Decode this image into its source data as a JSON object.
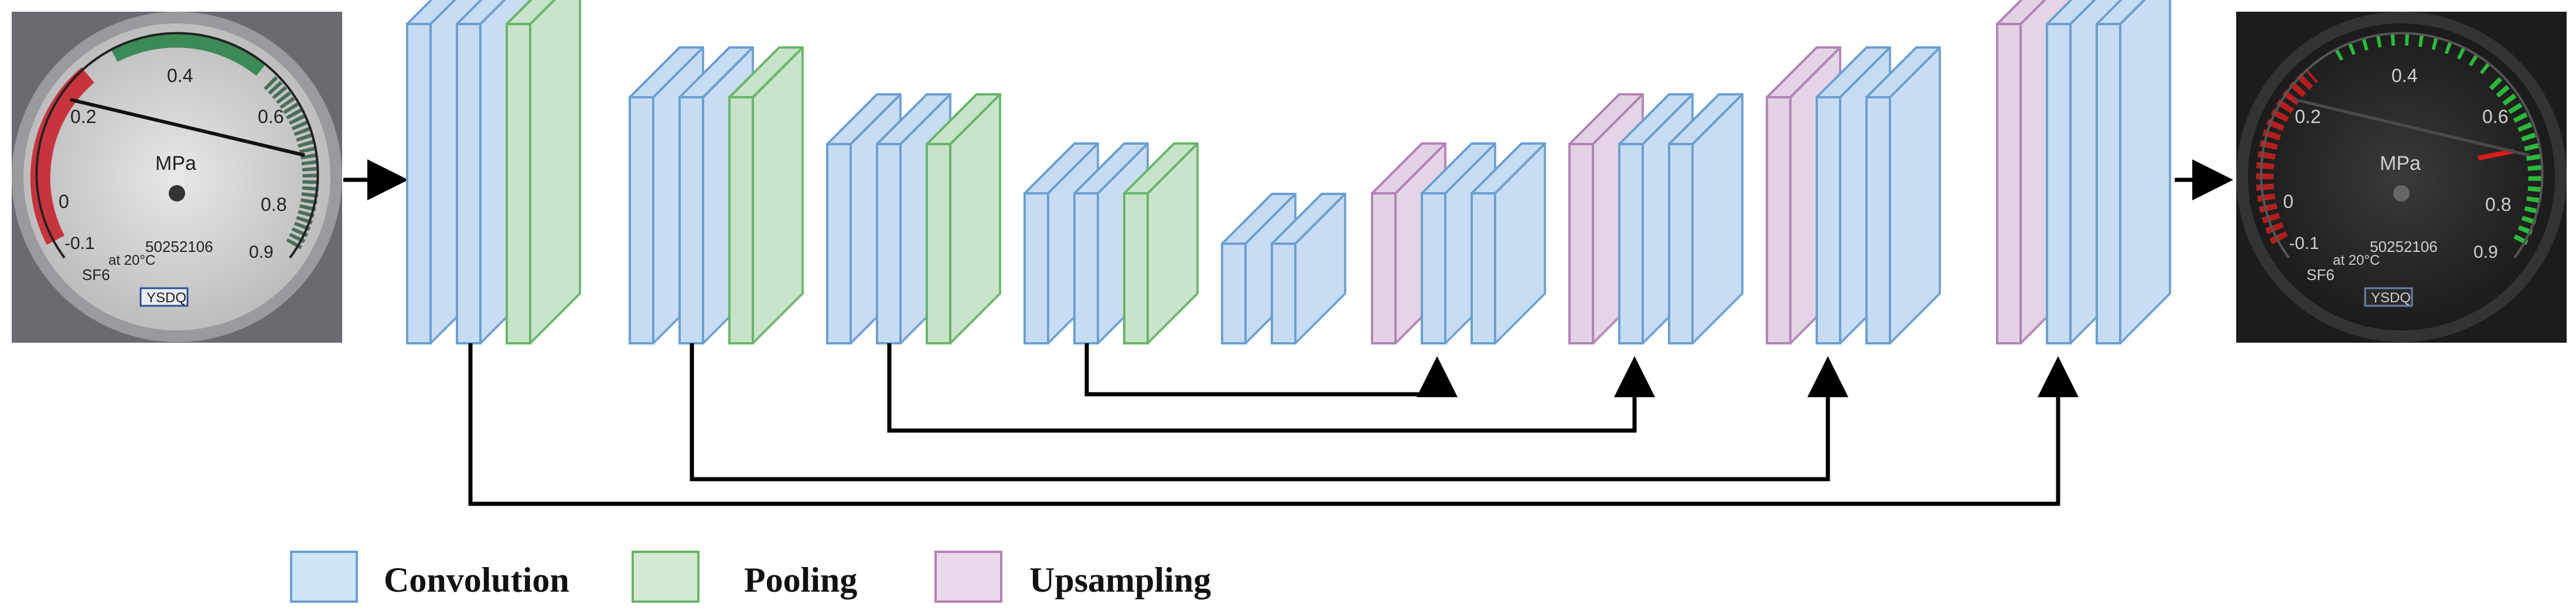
{
  "colors": {
    "convolution_fill": "#c6dcf3",
    "convolution_stroke": "#6d9fd1",
    "pooling_fill": "#c7e3c9",
    "pooling_stroke": "#69b56b",
    "upsampling_fill": "#e3d2e4",
    "upsampling_stroke": "#b184b6",
    "arrow": "#000000"
  },
  "legend": [
    {
      "key": "convolution",
      "label": "Convolution"
    },
    {
      "key": "pooling",
      "label": "Pooling"
    },
    {
      "key": "upsampling",
      "label": "Upsampling"
    }
  ],
  "input_gauge": {
    "unit": "MPa",
    "scale_labels": [
      "0.2",
      "0.4",
      "0.6",
      "0",
      "0.8",
      "-0.1",
      "0.9"
    ],
    "gas": "SF6",
    "temp": "at 20°C",
    "badge": "YSDQ",
    "serial": "50252106"
  },
  "output_gauge": {
    "unit": "MPa",
    "scale_labels": [
      "0.2",
      "0.4",
      "0.6",
      "0",
      "0.8",
      "-0.1",
      "0.9"
    ],
    "gas": "SF6",
    "temp": "at 20°C",
    "badge": "YSDQ",
    "serial": "50252106"
  }
}
